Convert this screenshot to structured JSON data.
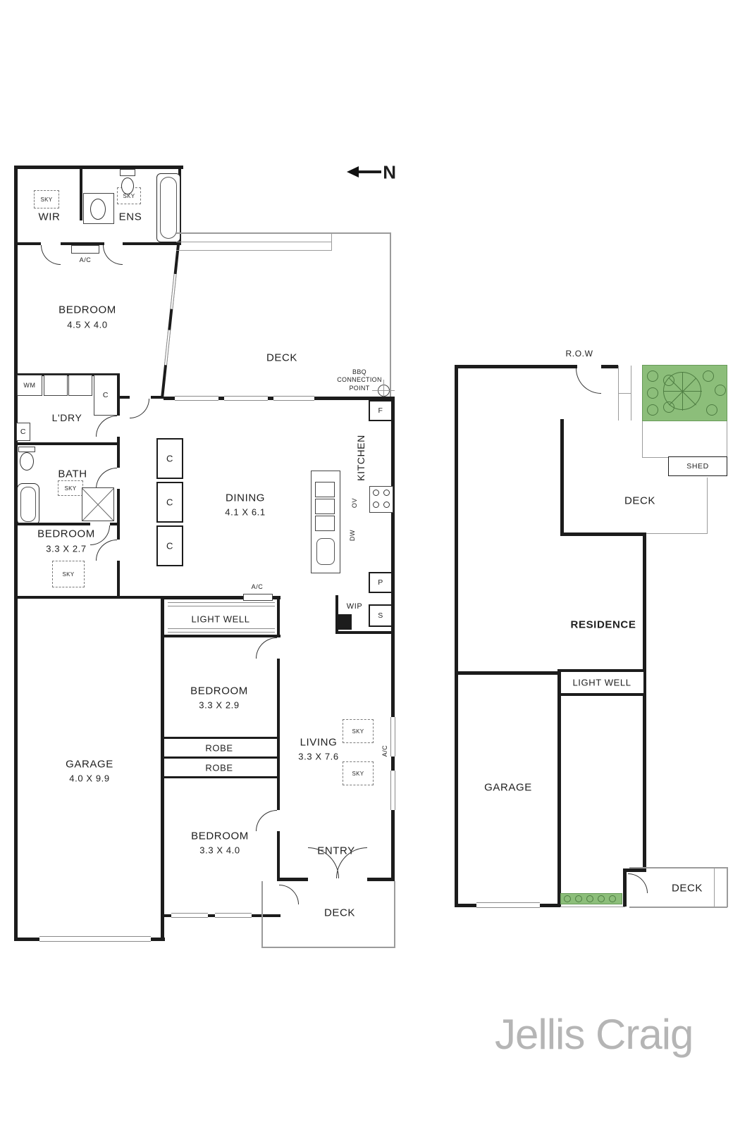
{
  "brand": "Jellis Craig",
  "compass": {
    "n": "N"
  },
  "floor": {
    "wir": "WIR",
    "ens": "ENS",
    "sky": "SKY",
    "ac": "A/C",
    "bed1": "BEDROOM",
    "bed1_dim": "4.5 X 4.0",
    "deck_top": "DECK",
    "bbq": "BBQ CONNECTION POINT",
    "wm": "WM",
    "c": "C",
    "ldry": "L'DRY",
    "bath": "BATH",
    "bed2": "BEDROOM",
    "bed2_dim": "3.3 X 2.7",
    "dining": "DINING",
    "dining_dim": "4.1 X 6.1",
    "kitchen": "KITCHEN",
    "f": "F",
    "ov": "OV",
    "dw": "DW",
    "p": "P",
    "s": "S",
    "wip": "WIP",
    "lightwell": "LIGHT WELL",
    "bed3": "BEDROOM",
    "bed3_dim": "3.3 X 2.9",
    "robe": "ROBE",
    "living": "LIVING",
    "living_dim": "3.3 X 7.6",
    "garage": "GARAGE",
    "garage_dim": "4.0 X 9.9",
    "bed4": "BEDROOM",
    "bed4_dim": "3.3 X 4.0",
    "entry": "ENTRY",
    "deck_bottom": "DECK"
  },
  "site": {
    "row": "R.O.W",
    "shed": "SHED",
    "deck_top": "DECK",
    "residence": "RESIDENCE",
    "lightwell": "LIGHT WELL",
    "garage": "GARAGE",
    "deck_bottom": "DECK"
  },
  "colors": {
    "wall": "#1c1c1c",
    "thin_line": "#9b9b9b",
    "garden_fill": "#8cbe7a",
    "garden_stroke": "#4e7d42",
    "logo_gray": "#b5b5b5"
  }
}
